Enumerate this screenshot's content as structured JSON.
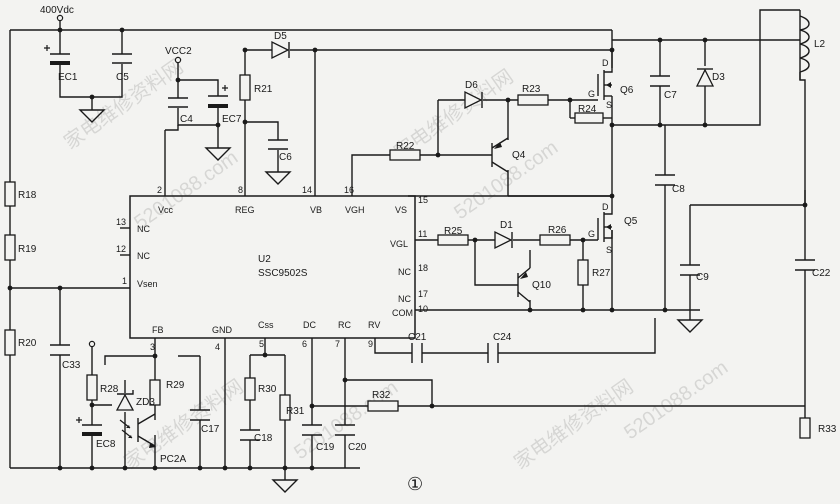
{
  "labels": {
    "supply": "400Vdc",
    "vcc2": "VCC2",
    "figure": "①"
  },
  "ic": {
    "ref": "U2",
    "part": "SSC9502S",
    "pins": {
      "vcc": "Vcc",
      "reg": "REG",
      "vb": "VB",
      "vgh": "VGH",
      "vs": "VS",
      "nc13": "NC",
      "nc12": "NC",
      "vsen": "Vsen",
      "vgl": "VGL",
      "nc18": "NC",
      "nc17": "NC",
      "com": "COM",
      "fb": "FB",
      "gnd": "GND",
      "css": "Css",
      "dc": "DC",
      "rc": "RC",
      "rv": "RV"
    },
    "pin_numbers": {
      "p2": "2",
      "p8": "8",
      "p14": "14",
      "p16": "16",
      "p15": "15",
      "p13": "13",
      "p12": "12",
      "p1": "1",
      "p11": "11",
      "p18": "18",
      "p17": "17",
      "p10": "10",
      "p3": "3",
      "p4": "4",
      "p5": "5",
      "p6": "6",
      "p7": "7",
      "p9": "9"
    }
  },
  "components": {
    "EC1": "EC1",
    "C5": "C5",
    "C4": "C4",
    "EC7": "EC7",
    "R21": "R21",
    "C6a": "C6",
    "D5": "D5",
    "D6": "D6",
    "R23": "R23",
    "G6": "G",
    "Q6": "Q6",
    "S6": "S",
    "D6pin": "D",
    "C7": "C7",
    "D3": "D3",
    "L2": "L2",
    "R24": "R24",
    "R22": "R22",
    "Q4": "Q4",
    "C8": "C8",
    "R18": "R18",
    "R19": "R19",
    "R25": "R25",
    "D1": "D1",
    "R26": "R26",
    "G5": "G",
    "Q5": "Q5",
    "S5": "S",
    "D5pin": "D",
    "R27": "R27",
    "Q10": "Q10",
    "C9": "C9",
    "C22": "C22",
    "R20": "R20",
    "C33": "C33",
    "C21": "C21",
    "C24": "C24",
    "R28": "R28",
    "R29": "R29",
    "ZD3": "ZD3",
    "EC8": "EC8",
    "PC2A": "PC2A",
    "C17": "C17",
    "R30": "R30",
    "C18": "C18",
    "R31": "R31",
    "C19": "C19",
    "C20": "C20",
    "R32": "R32",
    "R33": "R33"
  },
  "watermarks": [
    "家电维修资料网",
    "5201088.com"
  ]
}
